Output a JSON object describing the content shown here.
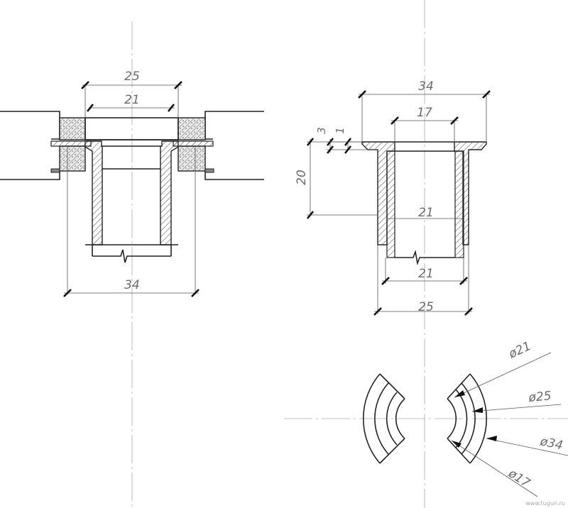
{
  "left_view": {
    "dims": {
      "top_outer": "25",
      "top_inner": "21",
      "bottom": "34"
    }
  },
  "right_view": {
    "dims": {
      "flange": "34",
      "hole": "17",
      "flange_thick": "3",
      "step": "1",
      "depth": "20",
      "inner": "21",
      "inner_bottom": "21",
      "outer_bottom": "25"
    }
  },
  "section_view": {
    "diameters": {
      "d21": "ø21",
      "d25": "ø25",
      "d34": "ø34",
      "d17": "ø17"
    }
  },
  "watermark": "www.tugun.ru"
}
